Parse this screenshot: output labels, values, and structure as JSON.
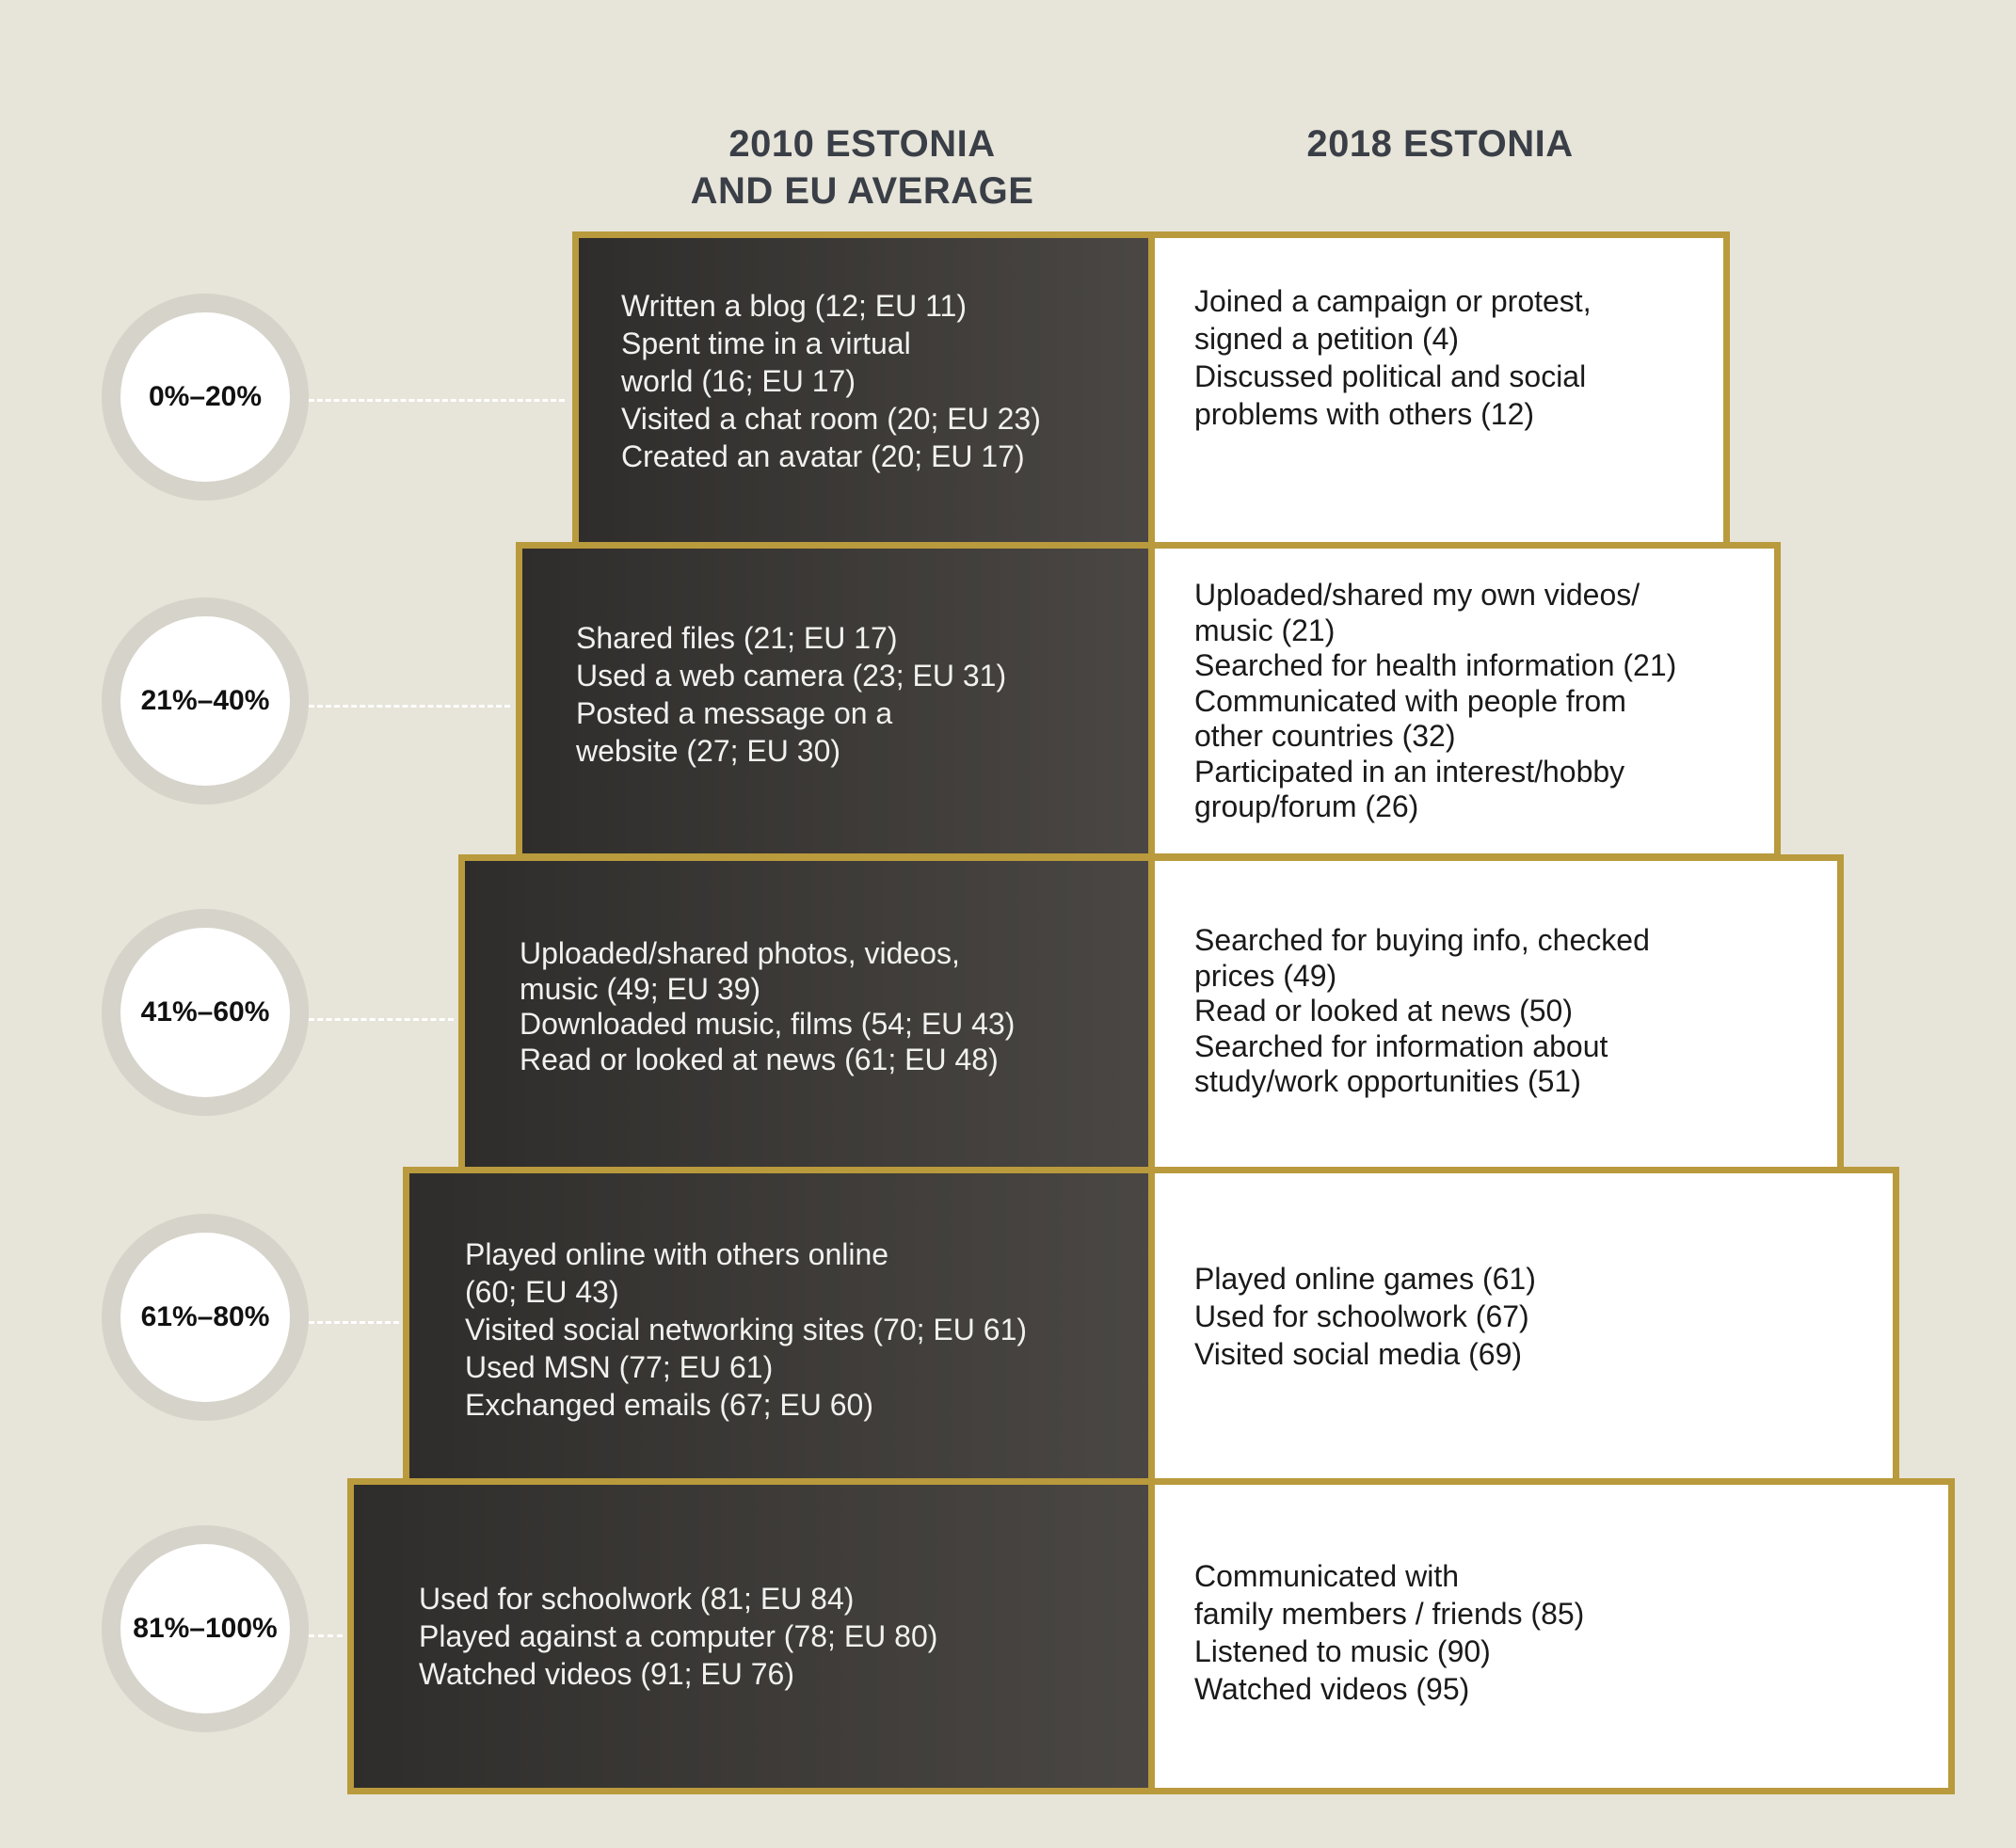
{
  "headers": {
    "left": [
      "2010 ESTONIA",
      "AND EU AVERAGE"
    ],
    "right": [
      "2018 ESTONIA"
    ]
  },
  "tiers": [
    {
      "range": "0%–20%",
      "left": [
        "Written a blog (12; EU 11)",
        "Spent time in a virtual",
        "world (16; EU 17)",
        "Visited a chat room (20; EU 23)",
        "Created an avatar (20; EU 17)"
      ],
      "right": [
        "Joined a campaign or protest,",
        "signed a petition (4)",
        "Discussed political and social",
        "problems with others (12)"
      ]
    },
    {
      "range": "21%–40%",
      "left": [
        "Shared files (21; EU 17)",
        "Used a web camera (23; EU 31)",
        "Posted a message on a",
        "website (27; EU 30)"
      ],
      "right": [
        "Uploaded/shared my own videos/",
        "music (21)",
        "Searched for health information (21)",
        "Communicated with people from",
        "other countries (32)",
        "Participated in an interest/hobby",
        "group/forum (26)"
      ]
    },
    {
      "range": "41%–60%",
      "left": [
        "Uploaded/shared photos, videos,",
        "music (49; EU 39)",
        "Downloaded music, films (54; EU 43)",
        "Read or looked at news (61; EU 48)"
      ],
      "right": [
        "Searched for buying info, checked",
        "prices (49)",
        "Read or looked at news (50)",
        "Searched for information about",
        "study/work opportunities (51)"
      ]
    },
    {
      "range": "61%–80%",
      "left": [
        "Played online with others online",
        "(60; EU 43)",
        "Visited social networking sites (70; EU 61)",
        "Used MSN (77; EU 61)",
        "Exchanged emails (67; EU 60)"
      ],
      "right": [
        "Played online games (61)",
        "Used for schoolwork (67)",
        "Visited social media (69)"
      ]
    },
    {
      "range": "81%–100%",
      "left": [
        "Used for schoolwork (81; EU 84)",
        "Played against a computer (78; EU 80)",
        "Watched videos (91; EU 76)"
      ],
      "right": [
        "Communicated with",
        "family members / friends (85)",
        "Listened to music (90)",
        "Watched videos (95)"
      ]
    }
  ]
}
